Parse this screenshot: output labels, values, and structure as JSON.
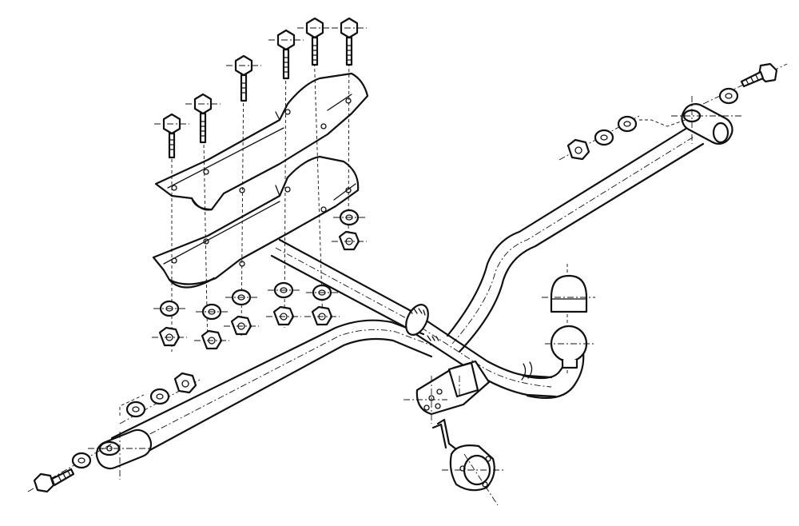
{
  "drawing": {
    "ink_color": "#111111",
    "paper_color": "#ffffff",
    "parts": [
      {
        "name": "tow-bar-frame"
      },
      {
        "name": "drop-plates"
      },
      {
        "name": "hex-bolts"
      },
      {
        "name": "washers"
      },
      {
        "name": "hex-nuts"
      },
      {
        "name": "tow-ball"
      },
      {
        "name": "ball-cover-cap"
      },
      {
        "name": "socket-plate"
      },
      {
        "name": "electrical-socket"
      },
      {
        "name": "side-brackets"
      }
    ]
  }
}
